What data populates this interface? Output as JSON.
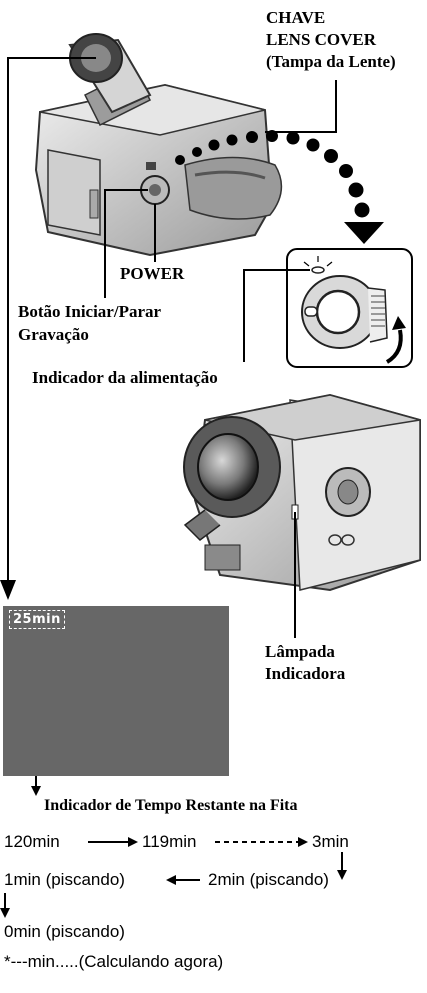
{
  "labels": {
    "lens_cover_line1": "CHAVE",
    "lens_cover_line2": "LENS COVER",
    "lens_cover_line3": "(Tampa da Lente)",
    "power": "POWER",
    "record_button_line1": "Botão Iniciar/Parar",
    "record_button_line2": "Gravação",
    "power_indicator": "Indicador da alimentação",
    "lamp_line1": "Lâmpada",
    "lamp_line2": "Indicadora"
  },
  "screen": {
    "time": "25min"
  },
  "tape_remaining": {
    "heading": "Indicador de Tempo Restante na Fita",
    "step_120": "120min",
    "step_119": "119min",
    "step_3": "3min",
    "step_2": "2min (piscando)",
    "step_1": "1min (piscando)",
    "step_0": "0min (piscando)",
    "calculating": "*---min.....(Calculando agora)"
  },
  "colors": {
    "screen_bg": "#676767",
    "camera_light": "#e8e8e8",
    "camera_mid": "#bdbdbd",
    "camera_dark": "#5a5a5a"
  }
}
